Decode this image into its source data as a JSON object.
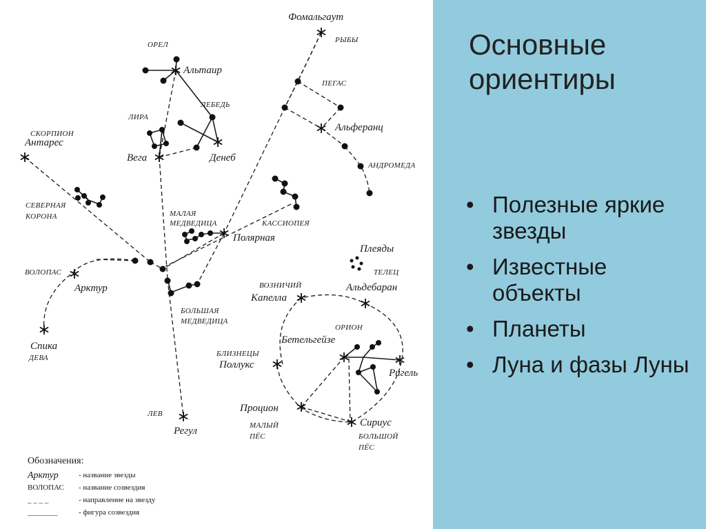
{
  "slide": {
    "title": "Основные ориентиры",
    "bullets": [
      {
        "text": "Полезные яркие звезды"
      },
      {
        "text": "Известные объекты"
      },
      {
        "text": "Планеты"
      },
      {
        "text": "Луна и фазы Луны"
      }
    ],
    "bullet_symbol": "•",
    "colors": {
      "side_panel": "#92cbdd",
      "text": "#1a1a1a"
    }
  },
  "map": {
    "stars": {
      "fomalhaut": "Фомальгаут",
      "altair": "Альтаир",
      "vega": "Вега",
      "deneb": "Денеб",
      "antares": "Антарес",
      "alpheratz": "Альферанц",
      "polaris": "Полярная",
      "arcturus": "Арктур",
      "spica": "Спика",
      "aldebaran": "Альдебаран",
      "capella": "Капелла",
      "betelgeuse": "Бетельгейзе",
      "pollux": "Поллукс",
      "rigel": "Ригель",
      "procyon": "Процион",
      "sirius": "Сириус",
      "regulus": "Регул"
    },
    "constellations": {
      "aquila": "ОРЕЛ",
      "pisces": "РЫБЫ",
      "pegasus": "ПЕГАС",
      "lyra": "ЛИРА",
      "cygnus": "ЛЕБЕДЬ",
      "scorpius": "СКОРПИОН",
      "andromeda": "АНДРОМЕДА",
      "corona_line1": "СЕВЕРНАЯ",
      "corona_line2": "КОРОНА",
      "ursa_minor_line1": "МАЛАЯ",
      "ursa_minor_line2": "МЕДВЕДИЦА",
      "cassiopeia": "КАССИОПЕЯ",
      "pleiades": "Плеяды",
      "bootes": "ВОЛОПАС",
      "taurus": "ТЕЛЕЦ",
      "auriga": "ВОЗНИЧИЙ",
      "ursa_major_line1": "БОЛЬШАЯ",
      "ursa_major_line2": "МЕДВЕДИЦА",
      "orion": "ОРИОН",
      "gemini": "БЛИЗНЕЦЫ",
      "virgo": "ДЕВА",
      "canis_minor_line1": "МАЛЫЙ",
      "canis_minor_line2": "ПЁС",
      "canis_major_line1": "БОЛЬШОЙ",
      "canis_major_line2": "ПЁС",
      "leo": "ЛЕВ"
    },
    "legend": {
      "heading": "Обозначения:",
      "rows": [
        {
          "sample": "Арктур",
          "text": "- название звезды"
        },
        {
          "sample": "ВОЛОПАС",
          "text": "- название созвездия"
        },
        {
          "sample": "_ _ _ _",
          "text": "- направление на звезду"
        },
        {
          "sample": "________",
          "text": "- фигура созвездия"
        }
      ]
    }
  }
}
